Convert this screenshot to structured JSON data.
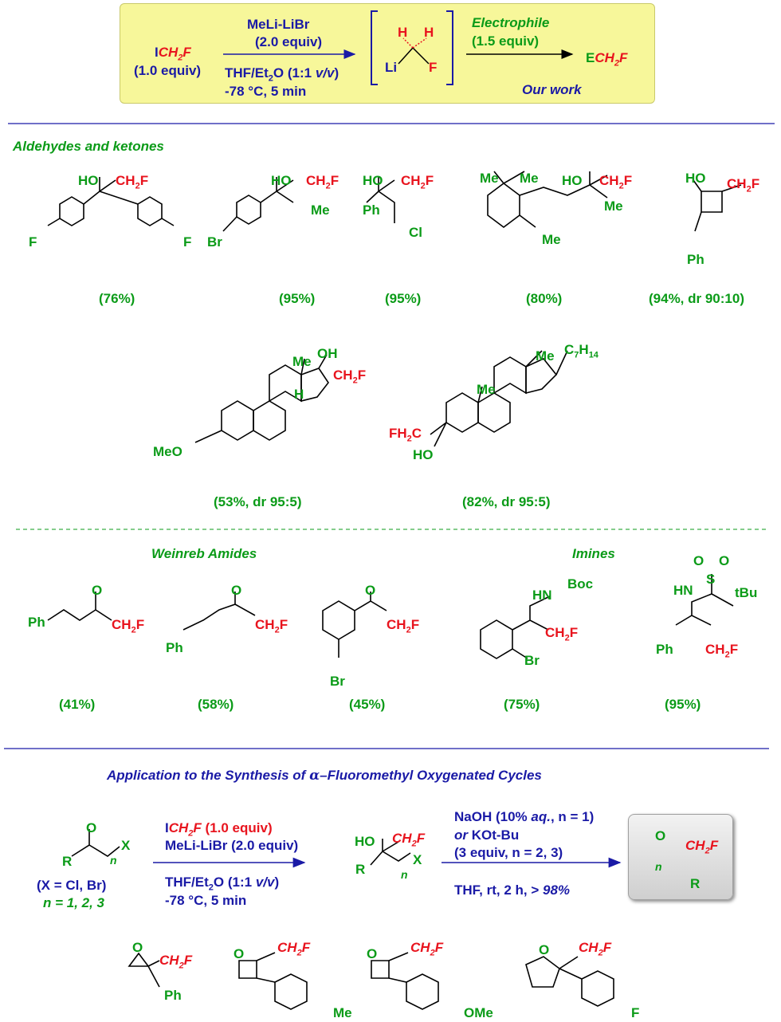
{
  "scheme": {
    "reagent_I": "I",
    "reagent_CH2F": "CH",
    "reagent_equiv": "(1.0 equiv)",
    "base": "MeLi-LiBr",
    "base_equiv": "(2.0 equiv)",
    "solvent": "THF/Et",
    "solvent_rest": "O (1:1 ",
    "solvent_vv": "v/v",
    "temp": "-78 °C, 5 min",
    "li": "Li",
    "h1": "H",
    "h2": "H",
    "f": "F",
    "electrophile": "Electrophile",
    "electrophile_equiv": "(1.5 equiv)",
    "product_E": "E",
    "product_CH2F": "CH",
    "our_work": "Our work"
  },
  "sections": {
    "aldehydes": "Aldehydes and ketones",
    "weinreb": "Weinreb Amides",
    "imines": "Imines",
    "application_prefix": "Application to the Synthesis of ",
    "alpha": "α",
    "application_suffix": "–Fluoromethyl Oxygenated Cycles"
  },
  "yields_row1": [
    "(76%)",
    "(95%)",
    "(95%)",
    "(80%)",
    "(94%, dr 90:10)"
  ],
  "yields_row2": [
    "(53%, dr 95:5)",
    "(82%, dr 95:5)"
  ],
  "yields_row3": [
    "(41%)",
    "(58%)",
    "(45%)",
    "(75%)",
    "(95%)"
  ],
  "labels": {
    "HO": "HO",
    "OH": "OH",
    "CH2F": "CH",
    "F": "F",
    "Br": "Br",
    "Me": "Me",
    "Ph": "Ph",
    "Cl": "Cl",
    "H": "H",
    "MeO": "MeO",
    "C7H14": "C",
    "FH2C": "FH",
    "O": "O",
    "HN": "HN",
    "Boc": "Boc",
    "S": "S",
    "tBu": "tBu",
    "OMe": "OMe"
  },
  "application": {
    "cond1_I": "I",
    "cond1_equiv": " (1.0 equiv)",
    "cond1_base": "MeLi-LiBr (2.0 equiv)",
    "cond1_solv": "THF/Et",
    "cond1_solv_rest": "O (1:1 ",
    "cond1_temp": "-78 °C, 5 min",
    "sm_X": "(X = Cl, Br)",
    "sm_n": "n = 1, 2, 3",
    "cond2_naoh": "NaOH (10% ",
    "cond2_aq": "aq.",
    "cond2_n1": ", n = 1)",
    "cond2_or": "or",
    "cond2_kotbu": " KOt-Bu",
    "cond2_equiv": "(3 equiv, n = 2, 3)",
    "cond2_thf": "THF, rt, 2 h, > ",
    "cond2_98": "98%",
    "R": "R",
    "X": "X",
    "n": "n"
  },
  "colors": {
    "blue": "#1a1aa6",
    "red": "#e8141e",
    "green": "#0b9b18",
    "box": "#f7f79a"
  }
}
